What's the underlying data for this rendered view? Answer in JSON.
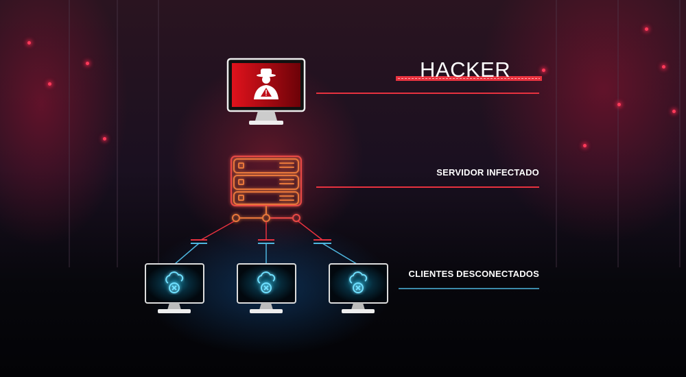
{
  "labels": {
    "hacker": "HACKER",
    "server": "SERVIDOR INFECTADO",
    "clients": "CLIENTES DESCONECTADOS"
  },
  "icons": {
    "hacker": "spy-warning-icon",
    "server": "server-stack-icon",
    "client": "cloud-disconnected-icon"
  },
  "colors": {
    "red": "#e8323f",
    "orange": "#e8773a",
    "blue": "#4fb7e0",
    "bg": "#07070c"
  }
}
